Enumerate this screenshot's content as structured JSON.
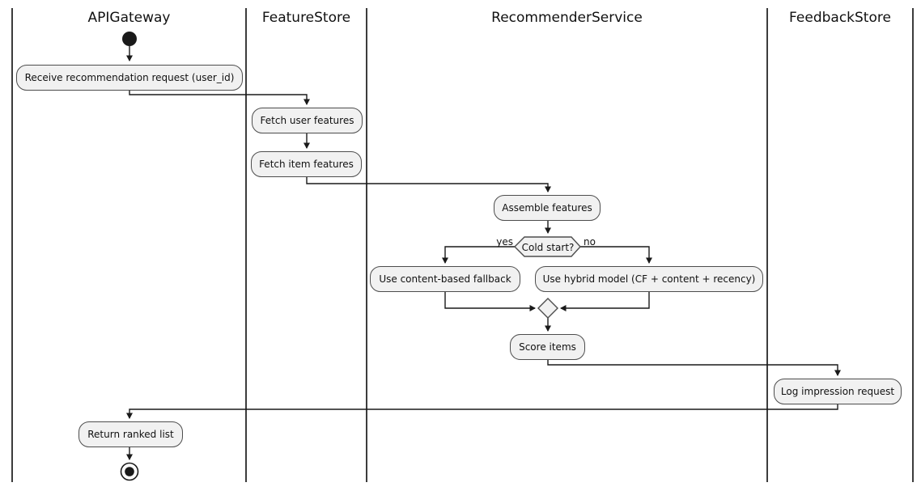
{
  "diagram": {
    "type": "activity-swimlane",
    "lanes": [
      {
        "label": "APIGateway"
      },
      {
        "label": "FeatureStore"
      },
      {
        "label": "RecommenderService"
      },
      {
        "label": "FeedbackStore"
      }
    ],
    "nodes": {
      "receive": {
        "label": "Receive recommendation request (user_id)",
        "lane": "APIGateway"
      },
      "fetch_user": {
        "label": "Fetch user features",
        "lane": "FeatureStore"
      },
      "fetch_item": {
        "label": "Fetch item features",
        "lane": "FeatureStore"
      },
      "assemble": {
        "label": "Assemble features",
        "lane": "RecommenderService"
      },
      "decision": {
        "label": "Cold start?",
        "lane": "RecommenderService"
      },
      "fallback": {
        "label": "Use content-based fallback",
        "lane": "RecommenderService"
      },
      "hybrid": {
        "label": "Use hybrid model (CF + content + recency)",
        "lane": "RecommenderService"
      },
      "score": {
        "label": "Score items",
        "lane": "RecommenderService"
      },
      "log": {
        "label": "Log impression request",
        "lane": "FeedbackStore"
      },
      "return": {
        "label": "Return ranked list",
        "lane": "APIGateway"
      }
    },
    "branch_labels": {
      "yes": "yes",
      "no": "no"
    },
    "colors": {
      "node_fill": "#f1f1f1",
      "node_border": "#4d4d4d",
      "line": "#1a1a1a",
      "background": "#ffffff"
    }
  }
}
